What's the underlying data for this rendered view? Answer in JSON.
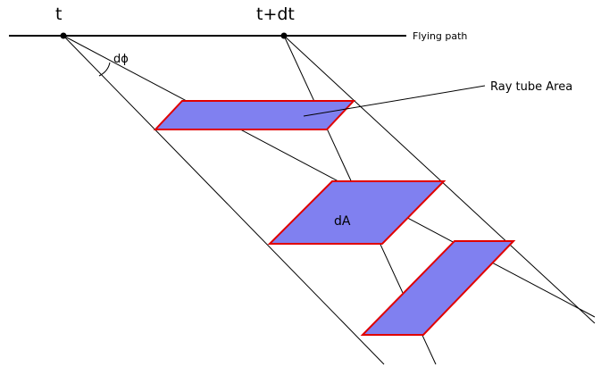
{
  "labels": {
    "t": "t",
    "t_dt": "t+dt",
    "flying_path": "Flying path",
    "dphi": "dϕ",
    "ray_tube_area": "Ray tube Area",
    "dA": "dA"
  },
  "colors": {
    "patch_fill": "#8080f0",
    "patch_stroke": "#e00000",
    "line": "#000000"
  }
}
